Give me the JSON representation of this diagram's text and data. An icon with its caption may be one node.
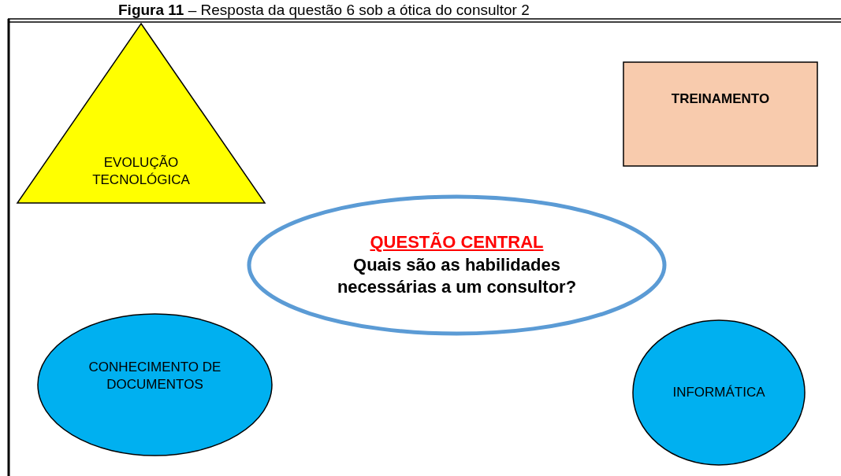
{
  "diagram": {
    "title": "**Figura 11** – Resposta da questão 6 sob a ótica do consultor 2",
    "nodes": [
      {
        "text": [
          "EVOLUÇÃO TECNOLÓGICA"
        ]
      },
      {
        "text": [
          "TREINAMENTO"
        ]
      },
      {
        "text": [
          "QUESTÃO CENTRAL",
          "Quais são as habilidades necessárias a um consultor?"
        ]
      },
      {
        "text": [
          "CONHECIMENTO DE DOCUMENTOS"
        ]
      },
      {
        "text": [
          "INFORMÁTICA"
        ]
      }
    ],
    "edges": []
  }
}
